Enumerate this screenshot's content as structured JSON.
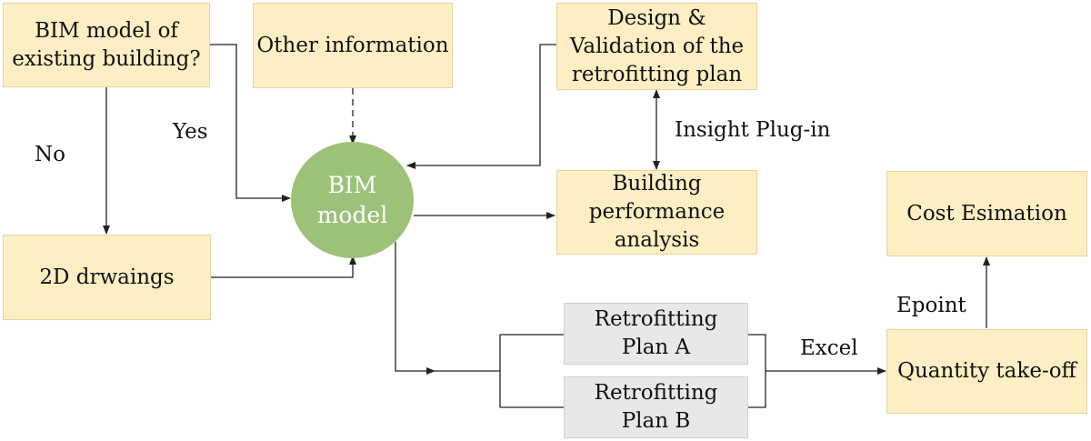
{
  "boxes": {
    "bim_existing": "BIM model of existing building?",
    "other_info": "Other information",
    "design_validation": "Design & Validation of the retrofitting plan",
    "drawings_2d": "2D drwaings",
    "building_performance": "Building performance analysis",
    "cost_estimation": "Cost Esimation",
    "plan_a": "Retrofitting Plan A",
    "plan_b": "Retrofitting Plan B",
    "quantity_takeoff": "Quantity take-off"
  },
  "center_node": "BIM model",
  "edge_labels": {
    "yes": "Yes",
    "no": "No",
    "insight": "Insight Plug-in",
    "excel": "Excel",
    "epoint": "Epoint"
  },
  "colors": {
    "box_fill": "#fdefc3",
    "plan_fill": "#e8e8e8",
    "node_fill": "#9cc27a",
    "line": "#222222"
  }
}
